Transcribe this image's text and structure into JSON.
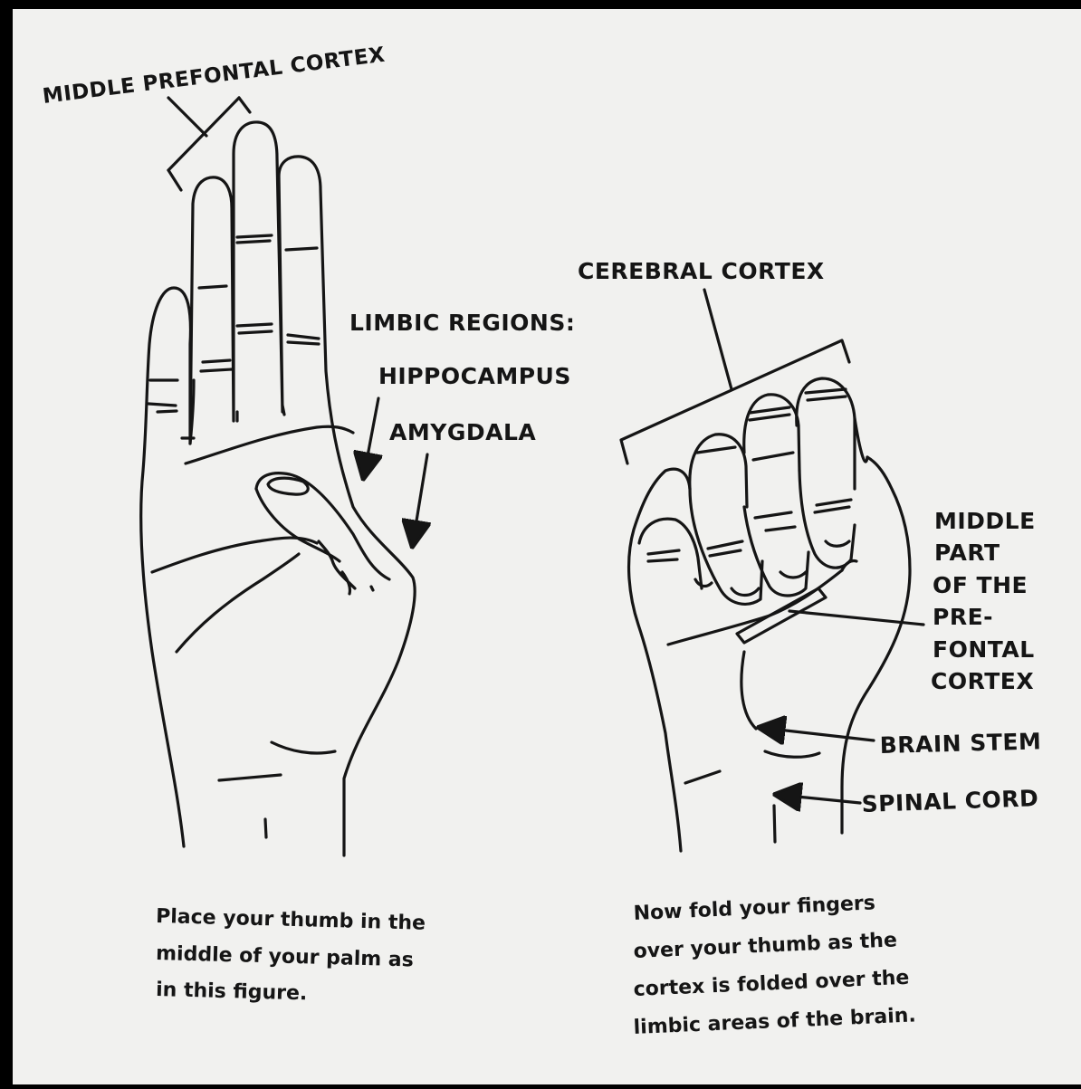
{
  "labels": {
    "middle_prefrontal_cortex": "MIDDLE PREFONTAL CORTEX",
    "limbic_regions": "LIMBIC REGIONS:",
    "hippocampus": "HIPPOCAMPUS",
    "amygdala": "AMYGDALA",
    "cerebral_cortex": "CEREBRAL CORTEX",
    "middle_part_prefrontal": [
      "MIDDLE",
      "PART",
      "OF THE",
      "PRE-",
      "FONTAL",
      "CORTEX"
    ],
    "brain_stem": "BRAIN STEM",
    "spinal_cord": "SPINAL CORD"
  },
  "captions": {
    "left": [
      "Place your thumb in the",
      "middle of your palm as",
      "in this figure."
    ],
    "right": [
      "Now fold your fingers",
      "over your thumb as the",
      "cortex is folded over the",
      "limbic areas of the brain."
    ]
  },
  "colors": {
    "frame": "#000000",
    "paper": "#f1f1ef",
    "ink": "#151515"
  }
}
